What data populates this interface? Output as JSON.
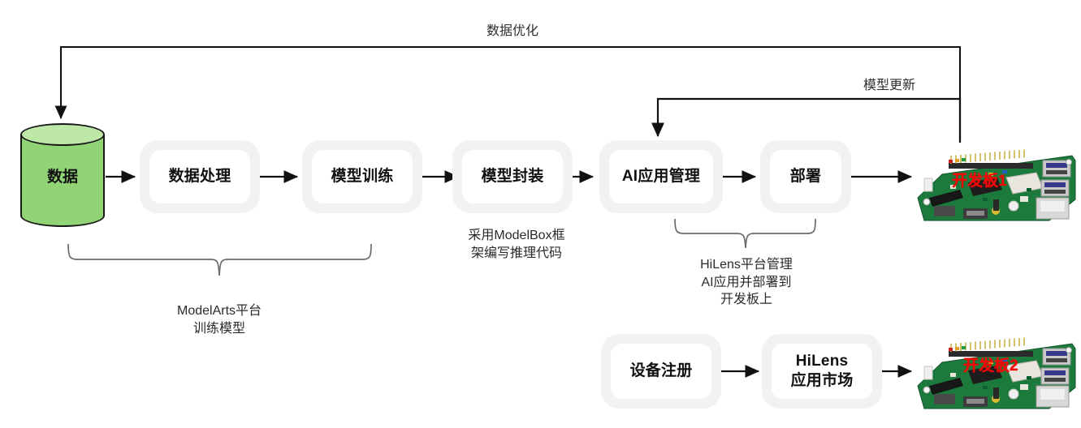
{
  "diagram": {
    "title": "AI application development and deployment flow",
    "background": "#ffffff",
    "colors": {
      "node_outer": "#f2f2f2",
      "node_inner": "#ffffff",
      "database_fill": "#90d475",
      "database_top": "#bde8a8",
      "stroke": "#1a1a1a",
      "brace": "#6b6b6b",
      "red_tag": "#f30808",
      "text": "#2b2b2b"
    }
  },
  "nodes": {
    "database": {
      "label": "数据",
      "shape": "cylinder"
    },
    "data_processing": {
      "label": "数据处理",
      "shape": "rounded-rect"
    },
    "model_training": {
      "label": "模型训练",
      "shape": "rounded-rect"
    },
    "model_packaging": {
      "label": "模型封装",
      "shape": "rounded-rect"
    },
    "ai_app_management": {
      "label": "AI应用管理",
      "shape": "rounded-rect"
    },
    "deployment": {
      "label": "部署",
      "shape": "rounded-rect"
    },
    "device_registration": {
      "label": "设备注册",
      "shape": "rounded-rect"
    },
    "hilens_marketplace": {
      "label": "HiLens\n应用市场",
      "shape": "rounded-rect"
    },
    "board_1": {
      "label": "开发板1",
      "shape": "photo-dev-board"
    },
    "board_2": {
      "label": "开发板2",
      "shape": "photo-dev-board"
    }
  },
  "edge_labels": {
    "data_optimization": "数据优化",
    "model_update": "模型更新"
  },
  "annotations": {
    "modelbox": "采用ModelBox框\n架编写推理代码",
    "modelarts": "ModelArts平台\n训练模型",
    "hilens": "HiLens平台管理\nAI应用并部署到\n开发板上"
  },
  "braces": {
    "modelarts_span": "数据处理 — 模型训练",
    "hilens_span": "AI应用管理 — 部署"
  }
}
